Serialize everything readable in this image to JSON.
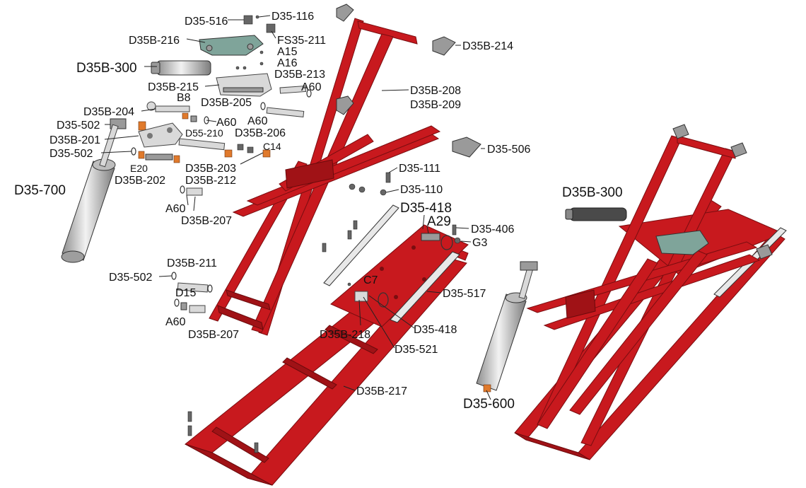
{
  "labels": [
    {
      "id": "d35-516",
      "text": "D35-516"
    },
    {
      "id": "d35-116",
      "text": "D35-116"
    },
    {
      "id": "d35b-216",
      "text": "D35B-216"
    },
    {
      "id": "fs35-211",
      "text": "FS35-211"
    },
    {
      "id": "a15",
      "text": "A15"
    },
    {
      "id": "a16",
      "text": "A16"
    },
    {
      "id": "d35b-214",
      "text": "D35B-214"
    },
    {
      "id": "d35b-300-left",
      "text": "D35B-300"
    },
    {
      "id": "d35b-213",
      "text": "D35B-213"
    },
    {
      "id": "d35b-215",
      "text": "D35B-215"
    },
    {
      "id": "a60-1",
      "text": "A60"
    },
    {
      "id": "b8",
      "text": "B8"
    },
    {
      "id": "d35b-208",
      "text": "D35B-208"
    },
    {
      "id": "d35b-205",
      "text": "D35B-205"
    },
    {
      "id": "d35b-204",
      "text": "D35B-204"
    },
    {
      "id": "d35b-209",
      "text": "D35B-209"
    },
    {
      "id": "a60-2",
      "text": "A60"
    },
    {
      "id": "a60-3",
      "text": "A60"
    },
    {
      "id": "d35-502-1",
      "text": "D35-502"
    },
    {
      "id": "d55-210",
      "text": "D55-210"
    },
    {
      "id": "d35b-206",
      "text": "D35B-206"
    },
    {
      "id": "d35b-201",
      "text": "D35B-201"
    },
    {
      "id": "d35-506",
      "text": "D35-506"
    },
    {
      "id": "c14",
      "text": "C14"
    },
    {
      "id": "d35-502-2",
      "text": "D35-502"
    },
    {
      "id": "e20",
      "text": "E20"
    },
    {
      "id": "d35b-203",
      "text": "D35B-203"
    },
    {
      "id": "d35-111",
      "text": "D35-111"
    },
    {
      "id": "d35b-202",
      "text": "D35B-202"
    },
    {
      "id": "d35b-212",
      "text": "D35B-212"
    },
    {
      "id": "d35-700",
      "text": "D35-700"
    },
    {
      "id": "d35-110",
      "text": "D35-110"
    },
    {
      "id": "d35b-300-right",
      "text": "D35B-300"
    },
    {
      "id": "a60-4",
      "text": "A60"
    },
    {
      "id": "d35-418-1",
      "text": "D35-418"
    },
    {
      "id": "d35b-207-1",
      "text": "D35B-207"
    },
    {
      "id": "a29",
      "text": "A29"
    },
    {
      "id": "d35-406",
      "text": "D35-406"
    },
    {
      "id": "g3",
      "text": "G3"
    },
    {
      "id": "d35b-211",
      "text": "D35B-211"
    },
    {
      "id": "d35-502-3",
      "text": "D35-502"
    },
    {
      "id": "c7",
      "text": "C7"
    },
    {
      "id": "d35-517",
      "text": "D35-517"
    },
    {
      "id": "d15",
      "text": "D15"
    },
    {
      "id": "a60-5",
      "text": "A60"
    },
    {
      "id": "d35-418-2",
      "text": "D35-418"
    },
    {
      "id": "d35b-218",
      "text": "D35B-218"
    },
    {
      "id": "d35b-207-2",
      "text": "D35B-207"
    },
    {
      "id": "d35-521",
      "text": "D35-521"
    },
    {
      "id": "d35b-217",
      "text": "D35B-217"
    },
    {
      "id": "d35-600",
      "text": "D35-600"
    }
  ],
  "colors": {
    "frame_red": "#c8191e",
    "frame_outline": "#7a0d10",
    "steel": "#d9d9d9",
    "plate_green": "#7fa49a",
    "bushing_orange": "#e07a2c",
    "label_text": "#111111"
  }
}
